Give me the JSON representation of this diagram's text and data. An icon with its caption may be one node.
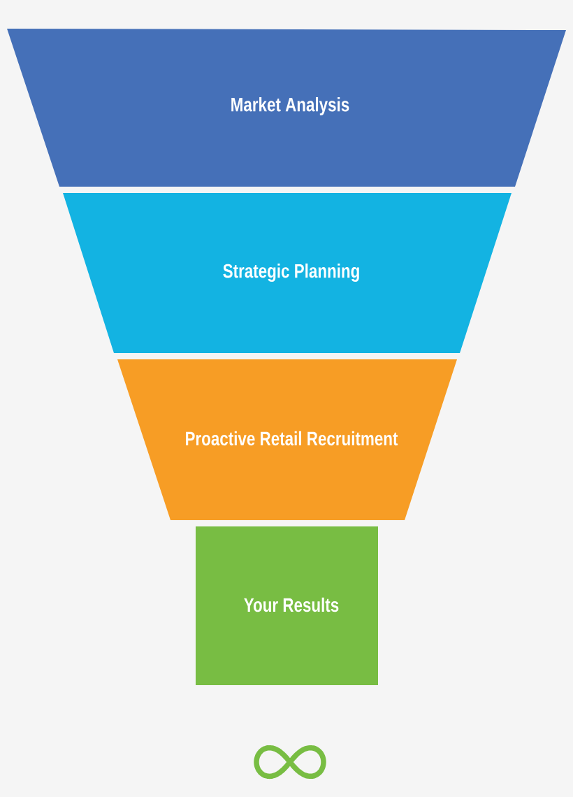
{
  "diagram": {
    "nodes": [
      {
        "text": [
          "Market Analysis"
        ]
      },
      {
        "text": [
          "Strategic Planning"
        ]
      },
      {
        "text": [
          "Proactive Retail Recruitment"
        ]
      },
      {
        "text": [
          "Your Results"
        ]
      }
    ]
  }
}
